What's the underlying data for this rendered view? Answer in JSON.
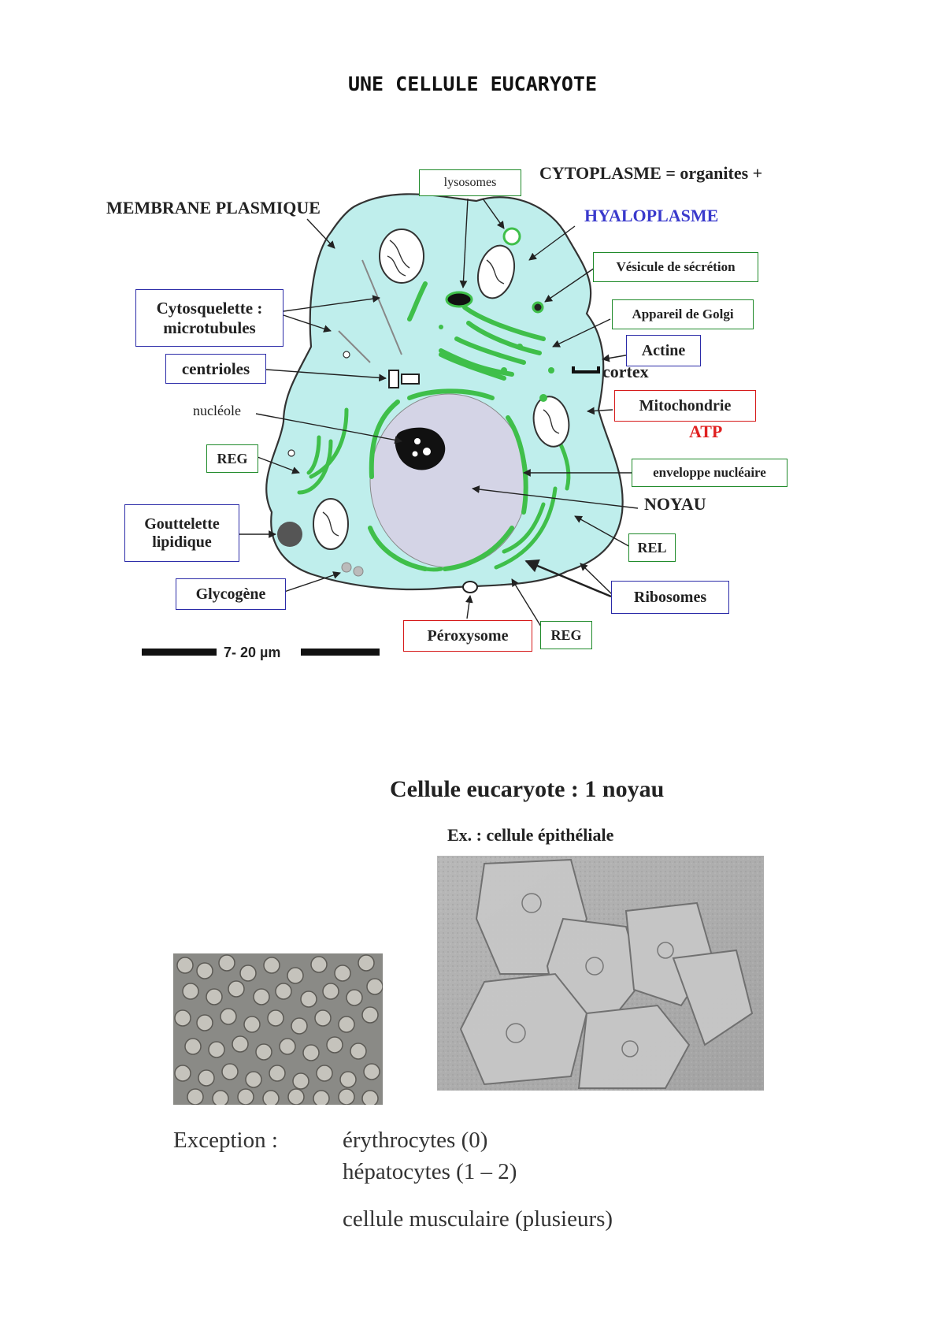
{
  "page": {
    "title": "UNE CELLULE EUCARYOTE"
  },
  "diagram": {
    "labels": {
      "membrane": "MEMBRANE PLASMIQUE",
      "cytoplasme": "CYTOPLASME = organites +",
      "hyaloplasme": "HYALOPLASME",
      "nucleole": "nucléole",
      "cortex": "cortex",
      "atp": "ATP",
      "noyau": "NOYAU"
    },
    "boxes": {
      "lysosomes": "lysosomes",
      "vesicule": "Vésicule de sécrétion",
      "golgi": "Appareil de Golgi",
      "actine": "Actine",
      "mitochondrie": "Mitochondrie",
      "enveloppe": "enveloppe nucléaire",
      "rel": "REL",
      "ribosomes": "Ribosomes",
      "reg_bottom": "REG",
      "peroxysome": "Péroxysome",
      "glycogene": "Glycogène",
      "gouttelette_1": "Gouttelette",
      "gouttelette_2": "lipidique",
      "reg_left": "REG",
      "centrioles": "centrioles",
      "cyto_1": "Cytosquelette :",
      "cyto_2": "microtubules"
    },
    "scale": "7- 20 µm",
    "colors": {
      "cytoplasm": "#bfeeec",
      "nucleus": "#d4d4e6",
      "er": "#3fbf4a",
      "box_blue": "#2b2ba8",
      "box_green": "#1f8a2a",
      "box_red": "#d61a1a",
      "hyaloplasme": "#3a3acc",
      "atp": "#e02020"
    }
  },
  "photos": {
    "heading": "Cellule eucaryote : 1 noyau",
    "example": "Ex. : cellule épithéliale"
  },
  "exceptions": {
    "label": "Exception :",
    "items": [
      "érythrocytes (0)",
      "hépatocytes (1 – 2)",
      "cellule musculaire (plusieurs)"
    ]
  }
}
